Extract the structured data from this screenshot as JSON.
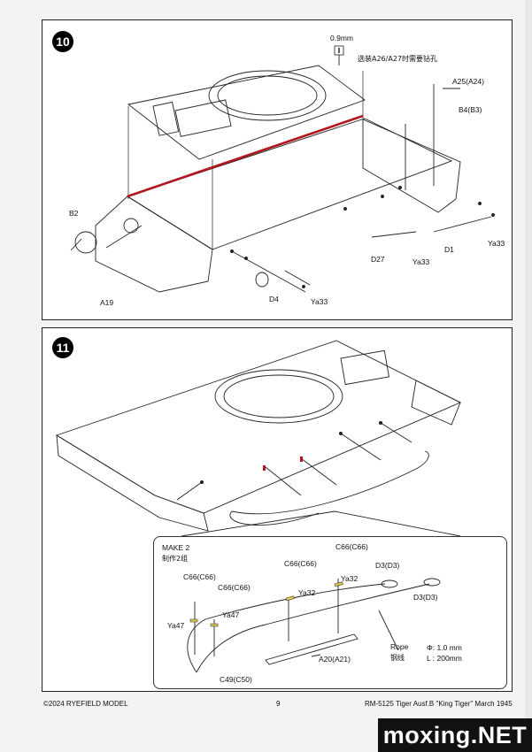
{
  "step10": {
    "number": "10",
    "labels": {
      "drill_size": "0.9mm",
      "drill_note": "选装A26/A27时需要钻孔",
      "a25": "A25(A24)",
      "b4": "B4(B3)",
      "b2": "B2",
      "a19": "A19",
      "d4": "D4",
      "ya33_a": "Ya33",
      "d27": "D27",
      "ya33_b": "Ya33",
      "d1": "D1",
      "ya33_c": "Ya33"
    }
  },
  "step11": {
    "number": "11",
    "make": {
      "title": "MAKE 2",
      "title_cn": "制作2组",
      "c66_1": "C66(C66)",
      "c66_2": "C66(C66)",
      "c66_3": "C66(C66)",
      "c66_4": "C66(C66)",
      "d3_1": "D3(D3)",
      "d3_2": "D3(D3)",
      "ya47_1": "Ya47",
      "ya47_2": "Ya47",
      "ya32_1": "Ya32",
      "ya32_2": "Ya32",
      "rope": "Rope",
      "rope_cn": "钢线",
      "phi": "Φ: 1.0 mm",
      "length": "L : 200mm",
      "a20": "A20(A21)",
      "c49": "C49(C50)"
    }
  },
  "footer": {
    "copyright": "©2024 RYEFIELD MODEL",
    "page": "9",
    "product": "RM-5125 Tiger Ausf.B \"King Tiger\" March 1945"
  },
  "watermark": "moxing.NET",
  "colors": {
    "accent_red": "#b0161c",
    "line": "#222222",
    "paper": "#f3f3f1"
  }
}
